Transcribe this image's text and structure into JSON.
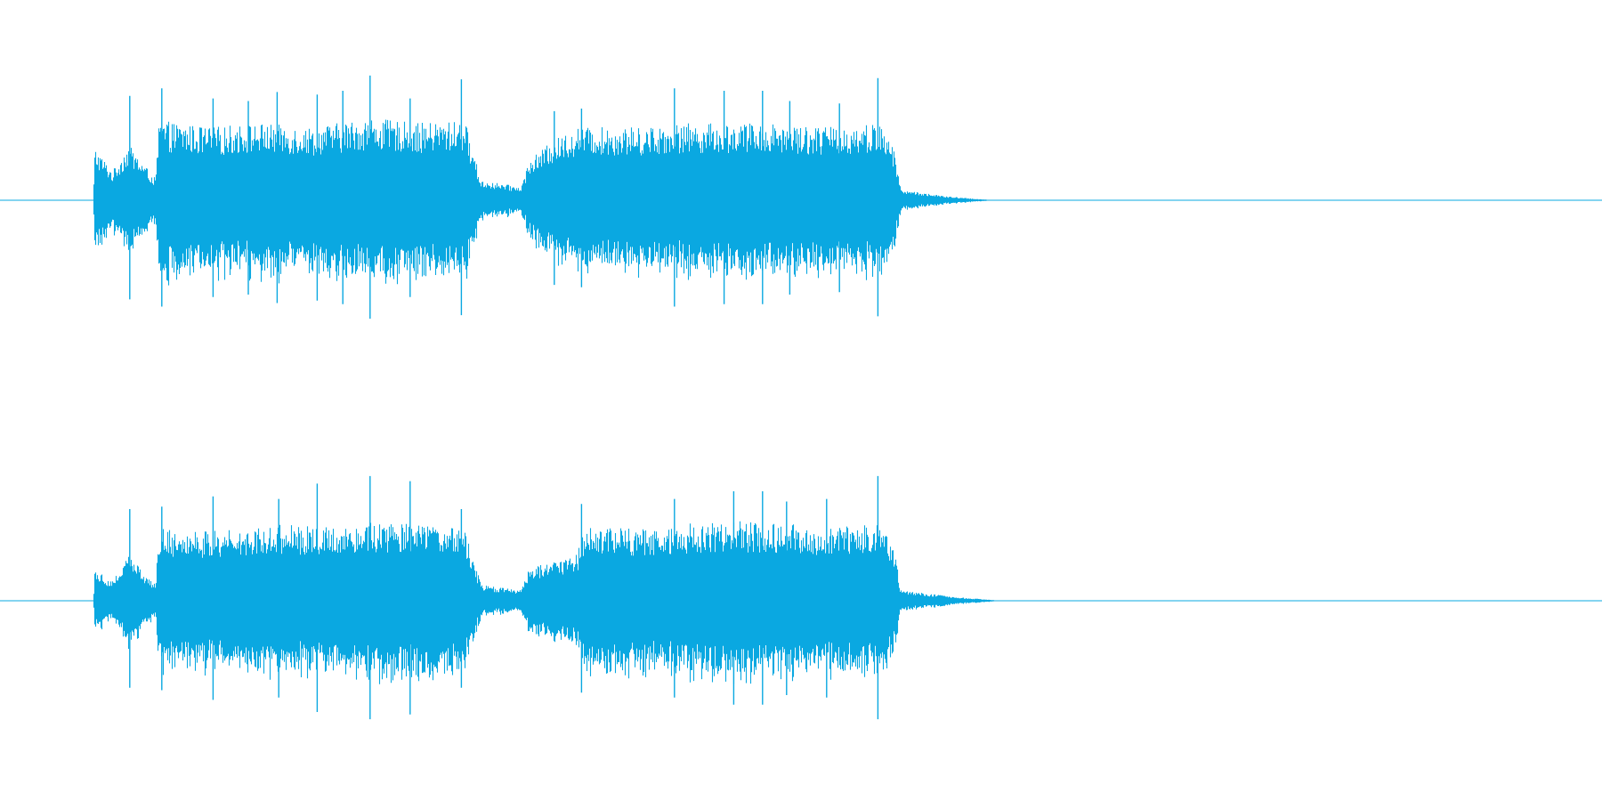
{
  "chart_data": {
    "type": "area",
    "kind": "stereo audio waveform",
    "color": "#0aa8e1",
    "background": "#ffffff",
    "grid": false,
    "legend": "none",
    "x_range": [
      0,
      1
    ],
    "y_range": [
      -1,
      1
    ],
    "channels": [
      {
        "name": "",
        "envelope": [
          {
            "x": 0.0,
            "y": 0.0
          },
          {
            "x": 0.058,
            "y": 0.0
          },
          {
            "x": 0.059,
            "y": 0.4
          },
          {
            "x": 0.07,
            "y": 0.22
          },
          {
            "x": 0.08,
            "y": 0.42
          },
          {
            "x": 0.097,
            "y": 0.16
          },
          {
            "x": 0.099,
            "y": 0.6
          },
          {
            "x": 0.13,
            "y": 0.55
          },
          {
            "x": 0.16,
            "y": 0.58
          },
          {
            "x": 0.195,
            "y": 0.55
          },
          {
            "x": 0.23,
            "y": 0.62
          },
          {
            "x": 0.26,
            "y": 0.58
          },
          {
            "x": 0.29,
            "y": 0.6
          },
          {
            "x": 0.3,
            "y": 0.15
          },
          {
            "x": 0.325,
            "y": 0.1
          },
          {
            "x": 0.33,
            "y": 0.3
          },
          {
            "x": 0.345,
            "y": 0.45
          },
          {
            "x": 0.36,
            "y": 0.55
          },
          {
            "x": 0.4,
            "y": 0.55
          },
          {
            "x": 0.43,
            "y": 0.58
          },
          {
            "x": 0.46,
            "y": 0.58
          },
          {
            "x": 0.49,
            "y": 0.58
          },
          {
            "x": 0.52,
            "y": 0.55
          },
          {
            "x": 0.548,
            "y": 0.58
          },
          {
            "x": 0.558,
            "y": 0.4
          },
          {
            "x": 0.562,
            "y": 0.08
          },
          {
            "x": 0.59,
            "y": 0.03
          },
          {
            "x": 0.62,
            "y": 0.0
          },
          {
            "x": 1.0,
            "y": 0.0
          }
        ],
        "peaks": [
          {
            "x": 0.081,
            "y": 0.82
          },
          {
            "x": 0.101,
            "y": 0.88
          },
          {
            "x": 0.133,
            "y": 0.8
          },
          {
            "x": 0.155,
            "y": 0.78
          },
          {
            "x": 0.173,
            "y": 0.85
          },
          {
            "x": 0.198,
            "y": 0.83
          },
          {
            "x": 0.214,
            "y": 0.86
          },
          {
            "x": 0.231,
            "y": 0.98
          },
          {
            "x": 0.256,
            "y": 0.8
          },
          {
            "x": 0.288,
            "y": 0.95
          },
          {
            "x": 0.346,
            "y": 0.7
          },
          {
            "x": 0.363,
            "y": 0.72
          },
          {
            "x": 0.421,
            "y": 0.88
          },
          {
            "x": 0.452,
            "y": 0.86
          },
          {
            "x": 0.476,
            "y": 0.86
          },
          {
            "x": 0.493,
            "y": 0.78
          },
          {
            "x": 0.524,
            "y": 0.76
          },
          {
            "x": 0.548,
            "y": 0.96
          }
        ]
      },
      {
        "name": "",
        "envelope": [
          {
            "x": 0.0,
            "y": 0.0
          },
          {
            "x": 0.058,
            "y": 0.0
          },
          {
            "x": 0.059,
            "y": 0.25
          },
          {
            "x": 0.07,
            "y": 0.15
          },
          {
            "x": 0.08,
            "y": 0.35
          },
          {
            "x": 0.097,
            "y": 0.12
          },
          {
            "x": 0.099,
            "y": 0.55
          },
          {
            "x": 0.13,
            "y": 0.52
          },
          {
            "x": 0.172,
            "y": 0.58
          },
          {
            "x": 0.2,
            "y": 0.55
          },
          {
            "x": 0.23,
            "y": 0.6
          },
          {
            "x": 0.26,
            "y": 0.58
          },
          {
            "x": 0.29,
            "y": 0.55
          },
          {
            "x": 0.3,
            "y": 0.12
          },
          {
            "x": 0.325,
            "y": 0.08
          },
          {
            "x": 0.33,
            "y": 0.25
          },
          {
            "x": 0.36,
            "y": 0.35
          },
          {
            "x": 0.365,
            "y": 0.58
          },
          {
            "x": 0.4,
            "y": 0.55
          },
          {
            "x": 0.43,
            "y": 0.58
          },
          {
            "x": 0.46,
            "y": 0.6
          },
          {
            "x": 0.49,
            "y": 0.58
          },
          {
            "x": 0.52,
            "y": 0.55
          },
          {
            "x": 0.548,
            "y": 0.6
          },
          {
            "x": 0.558,
            "y": 0.4
          },
          {
            "x": 0.562,
            "y": 0.08
          },
          {
            "x": 0.595,
            "y": 0.03
          },
          {
            "x": 0.625,
            "y": 0.0
          },
          {
            "x": 1.0,
            "y": 0.0
          }
        ],
        "peaks": [
          {
            "x": 0.081,
            "y": 0.72
          },
          {
            "x": 0.101,
            "y": 0.74
          },
          {
            "x": 0.133,
            "y": 0.82
          },
          {
            "x": 0.174,
            "y": 0.8
          },
          {
            "x": 0.198,
            "y": 0.92
          },
          {
            "x": 0.231,
            "y": 0.98
          },
          {
            "x": 0.256,
            "y": 0.94
          },
          {
            "x": 0.288,
            "y": 0.72
          },
          {
            "x": 0.363,
            "y": 0.76
          },
          {
            "x": 0.421,
            "y": 0.8
          },
          {
            "x": 0.458,
            "y": 0.86
          },
          {
            "x": 0.476,
            "y": 0.86
          },
          {
            "x": 0.491,
            "y": 0.78
          },
          {
            "x": 0.516,
            "y": 0.8
          },
          {
            "x": 0.548,
            "y": 0.98
          }
        ]
      }
    ]
  }
}
